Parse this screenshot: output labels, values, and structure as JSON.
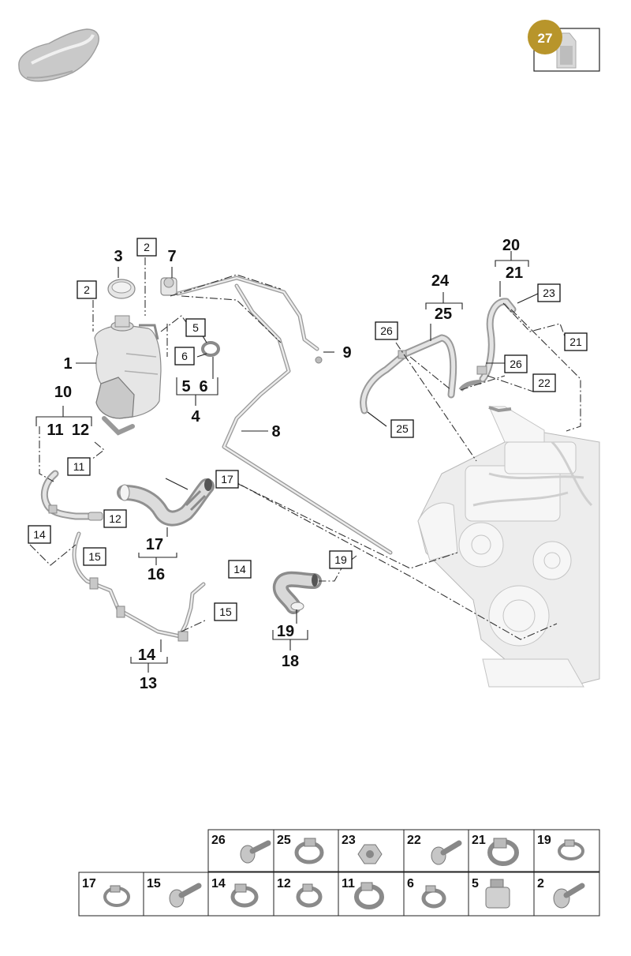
{
  "badge": {
    "number": "27",
    "color": "#b8952b"
  },
  "callouts": {
    "c1": "1",
    "c3": "3",
    "c4": "4",
    "c5": "5",
    "c6": "6",
    "c7": "7",
    "c8": "8",
    "c9": "9",
    "c10": "10",
    "c11": "11",
    "c12": "12",
    "c13": "13",
    "c14": "14",
    "c16": "16",
    "c17": "17",
    "c18": "18",
    "c19": "19",
    "c20": "20",
    "c21": "21",
    "c24": "24",
    "c25": "25"
  },
  "boxes": {
    "b2a": "2",
    "b2b": "2",
    "b5": "5",
    "b6": "6",
    "b11": "11",
    "b12": "12",
    "b14a": "14",
    "b14b": "14",
    "b15a": "15",
    "b15b": "15",
    "b17": "17",
    "b19": "19",
    "b21": "21",
    "b22": "22",
    "b23": "23",
    "b25": "25",
    "b26a": "26",
    "b26b": "26"
  },
  "hardware_table": {
    "row1": [
      "26",
      "25",
      "23",
      "22",
      "21",
      "19"
    ],
    "row2": [
      "17",
      "15",
      "14",
      "12",
      "11",
      "6",
      "5",
      "2"
    ]
  }
}
